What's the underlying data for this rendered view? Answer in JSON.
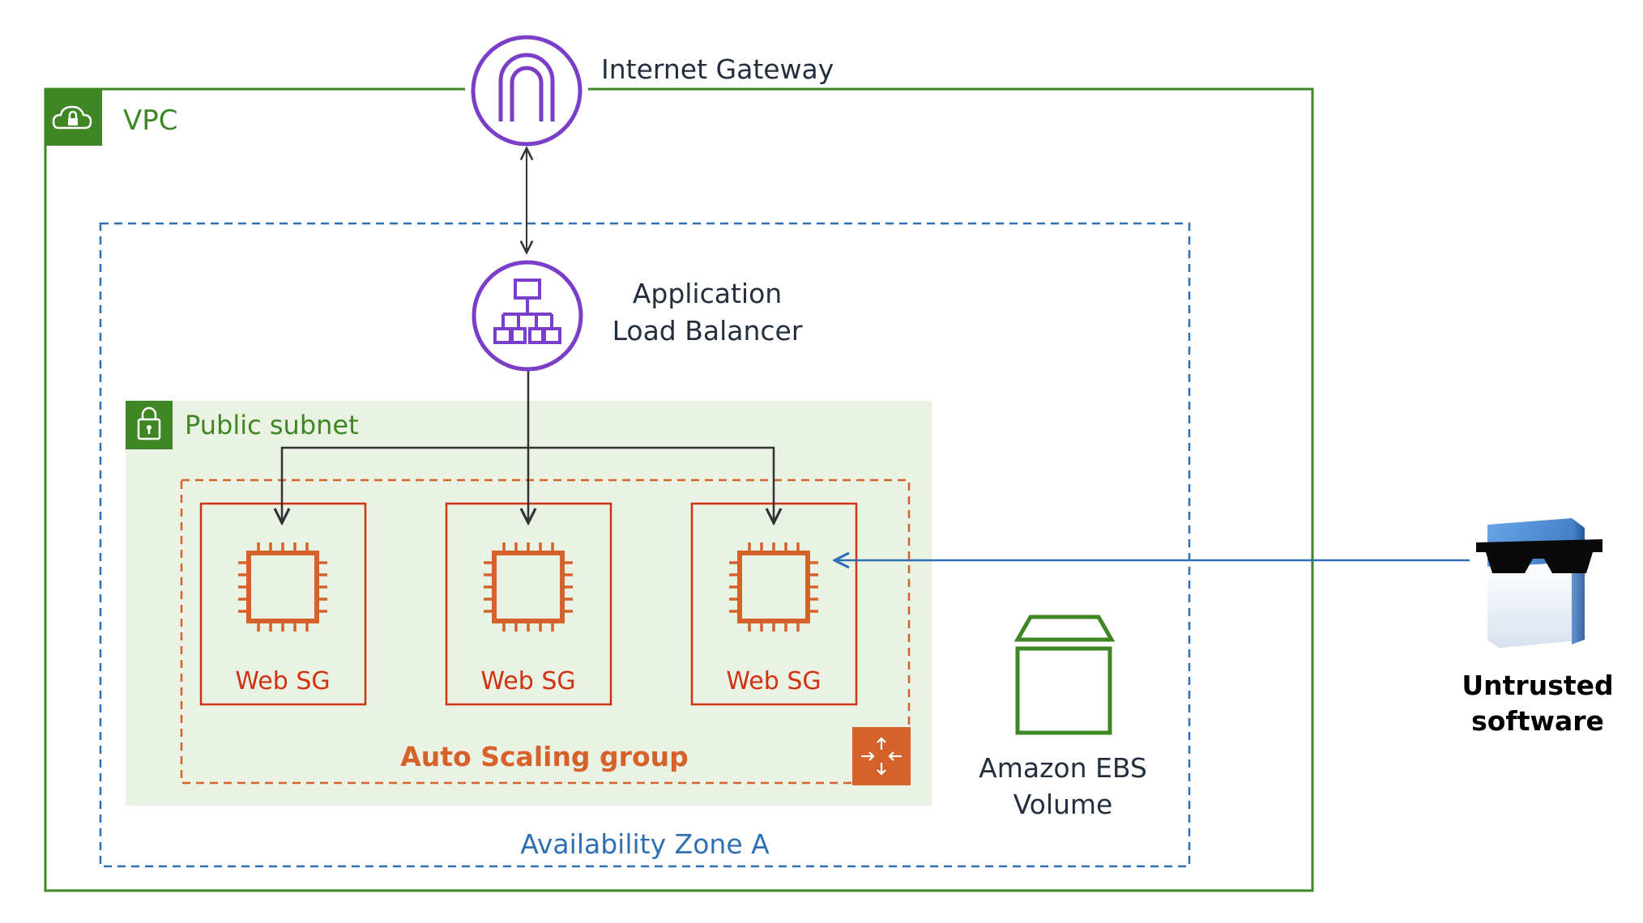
{
  "vpc": {
    "label": "VPC",
    "icon": "cloud-lock-icon",
    "color": "#3f8624"
  },
  "internet_gateway": {
    "label": "Internet Gateway",
    "icon": "internet-gateway-icon",
    "color": "#7b3ec9"
  },
  "availability_zone": {
    "label": "Availability Zone A",
    "color": "#2f6fb3"
  },
  "load_balancer": {
    "label_line1": "Application",
    "label_line2": "Load Balancer",
    "icon": "load-balancer-icon",
    "color": "#7b3ec9"
  },
  "public_subnet": {
    "label": "Public subnet",
    "icon": "padlock-icon",
    "color": "#3f8624",
    "fill": "#eaf2e4"
  },
  "auto_scaling_group": {
    "label": "Auto Scaling group",
    "icon": "auto-scaling-icon",
    "color": "#d4622a"
  },
  "instances": [
    {
      "label": "Web SG",
      "icon": "ec2-chip-icon"
    },
    {
      "label": "Web SG",
      "icon": "ec2-chip-icon"
    },
    {
      "label": "Web SG",
      "icon": "ec2-chip-icon"
    }
  ],
  "instance_color": "#d13212",
  "chip_color": "#d4622a",
  "ebs_volume": {
    "label_line1": "Amazon EBS",
    "label_line2": "Volume",
    "icon": "ebs-volume-icon",
    "color": "#3f8624"
  },
  "untrusted_software": {
    "label_line1": "Untrusted",
    "label_line2": "software",
    "icon": "sunglasses-box-icon"
  },
  "connector_color": "#333333",
  "untrusted_arrow_color": "#2f6fb3"
}
